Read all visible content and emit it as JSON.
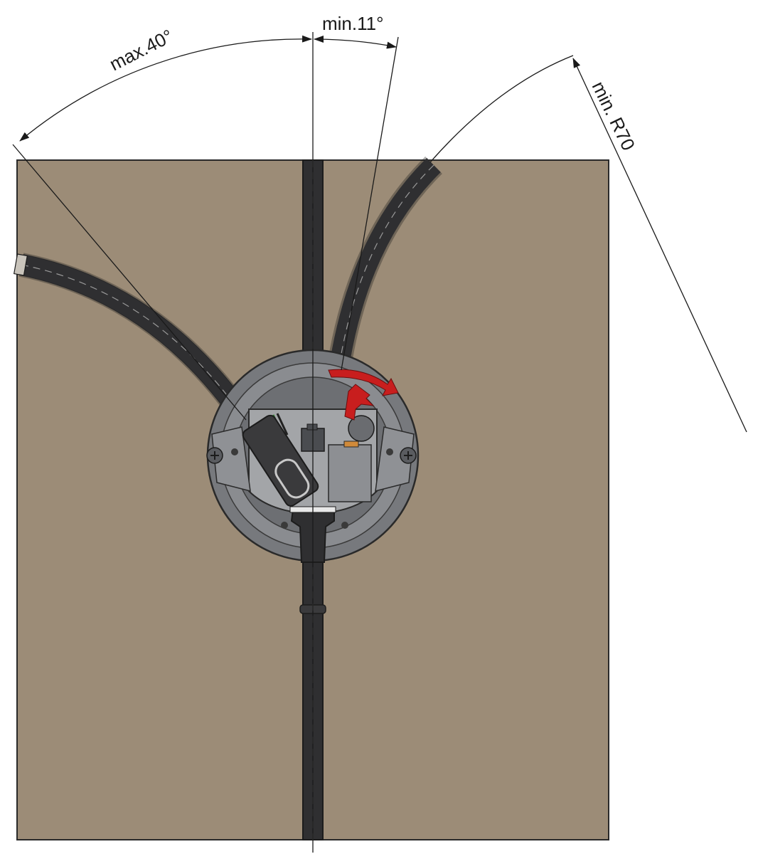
{
  "dimensions": {
    "max_angle": "max.40°",
    "min_angle": "min.11°",
    "min_radius": "min. R70"
  },
  "colors": {
    "panel": "#9c8c77",
    "cable": "#2f2f31",
    "housing": "#7d7f83",
    "housing_dark": "#5c5e62",
    "arrow": "#c81e1e"
  }
}
